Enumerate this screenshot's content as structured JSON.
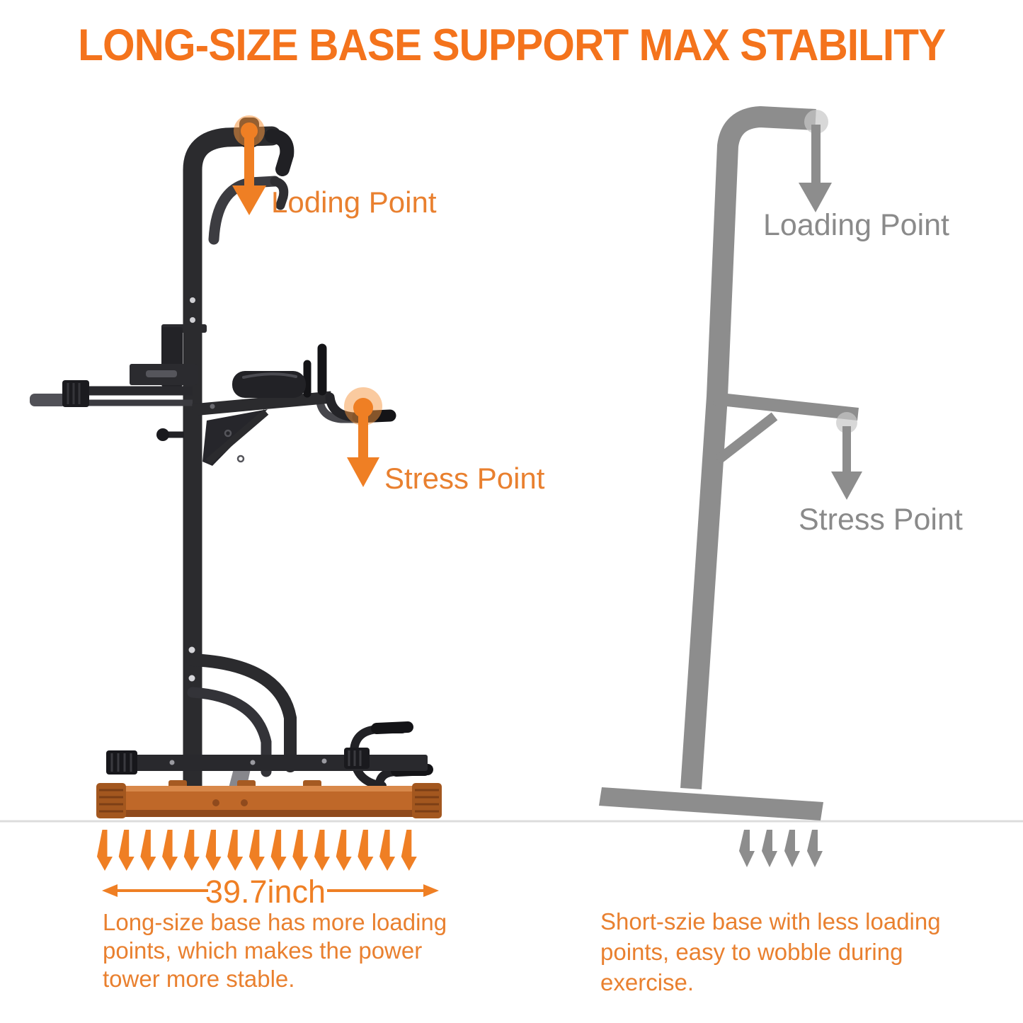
{
  "title": {
    "text": "LONG-SIZE BASE SUPPORT MAX STABILITY"
  },
  "left_panel": {
    "loading_label": "Loding Point",
    "stress_label": "Stress Point",
    "dimension_label": "39.7inch",
    "caption_lines": [
      "Long-size base has more loading",
      "points, which makes the power",
      "tower more stable."
    ],
    "base_arrow_count": 15
  },
  "right_panel": {
    "loading_label": "Loading Point",
    "stress_label": "Stress Point",
    "caption_lines": [
      "Short-szie base with less loading",
      "points, easy to wobble during",
      "exercise."
    ],
    "base_arrow_count": 4
  },
  "colors": {
    "title_orange": "#f4731c",
    "label_orange": "#e9802f",
    "arrow_orange": "#ef7f24",
    "diagram_gray": "#8d8d8d",
    "label_gray": "#8a8a8a",
    "base_brown": "#bf6829",
    "ground_line": "#dcdcdc"
  }
}
